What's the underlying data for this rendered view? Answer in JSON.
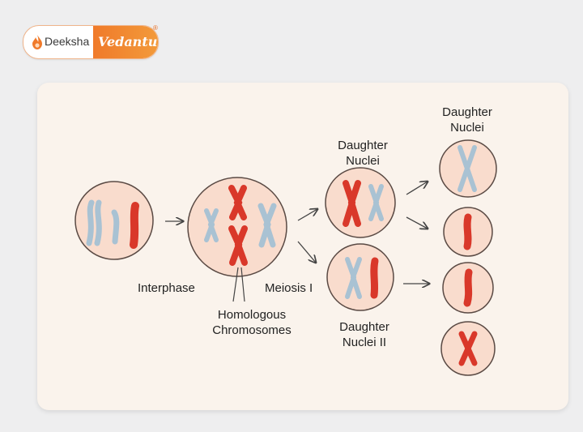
{
  "logo": {
    "brand_primary": "Deeksha",
    "brand_secondary": "Vedantu",
    "registered": "®",
    "accent_color": "#f07a2a",
    "icon": "flame-icon"
  },
  "diagram": {
    "labels": {
      "interphase": "Interphase",
      "meiosis1": "Meiosis I",
      "homologous_line1": "Homologous",
      "homologous_line2": "Chromosomes",
      "daughter_nuclei_top_line1": "Daughter",
      "daughter_nuclei_top_line2": "Nuclei",
      "daughter_nuclei_right_line1": "Daughter",
      "daughter_nuclei_right_line2": "Nuclei",
      "daughter_nuclei_ii_line1": "Daughter",
      "daughter_nuclei_ii_line2": "Nuclei II"
    },
    "colors": {
      "cell_fill": "#f9dccd",
      "cell_stroke": "#5a4a44",
      "chromosome_red": "#d9382a",
      "chromosome_blue": "#a9c2d3",
      "arrow": "#444444"
    }
  }
}
